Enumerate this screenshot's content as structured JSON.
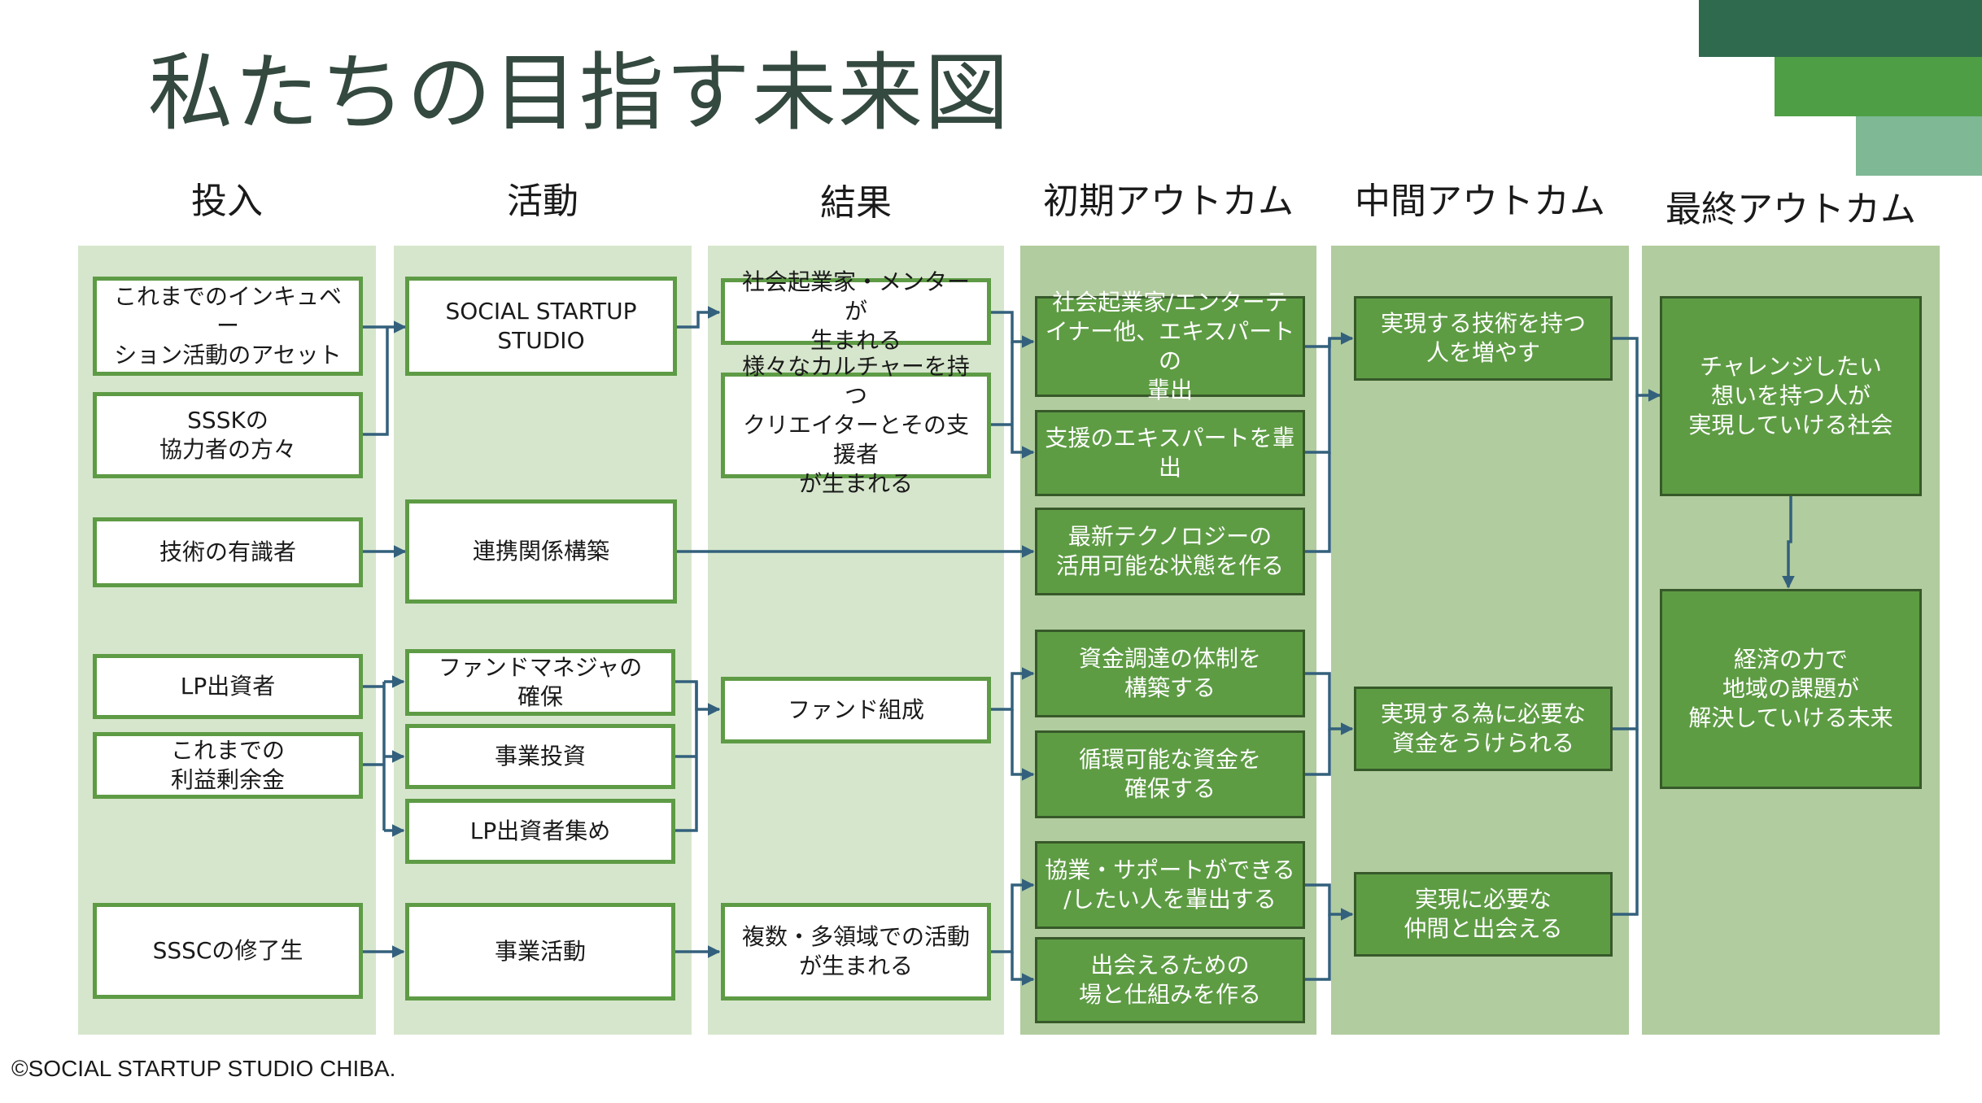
{
  "title": "私たちの目指す未来図",
  "colors": {
    "title": "#34493f",
    "deco_dark": "#2f6a4f",
    "deco_mid": "#4e9e45",
    "deco_light": "#7eb894",
    "column_light": "#d6e6cc",
    "column_mid": "#b1cc9e",
    "box_green": "#5e9c44",
    "box_border": "#5e9b45",
    "connector": "#33607c"
  },
  "columns": {
    "inputs": "投入",
    "activities": "活動",
    "outputs": "結果",
    "initial": "初期アウトカム",
    "intermediate": "中間アウトカム",
    "final": "最終アウトカム"
  },
  "inputs": {
    "assets": "これまでのインキュベー\nション活動のアセット",
    "sssk": "SSSKの\n協力者の方々",
    "tech_experts": "技術の有識者",
    "lp": "LP出資者",
    "surplus": "これまでの\n利益剰余金",
    "graduates": "SSSCの修了生"
  },
  "activities": {
    "studio": "SOCIAL STARTUP\nSTUDIO",
    "partnership": "連携関係構築",
    "fund_manager": "ファンドマネジャの\n確保",
    "investment": "事業投資",
    "lp_gather": "LP出資者集め",
    "business": "事業活動"
  },
  "outputs": {
    "entrepreneurs": "社会起業家・メンターが\n生まれる",
    "creators": "様々なカルチャーを持つ\nクリエイターとその支援者\nが生まれる",
    "fund": "ファンド組成",
    "multi": "複数・多領域での活動\nが生まれる"
  },
  "initial": {
    "entertainers": "社会起業家/エンターテ\nイナー他、エキスパートの\n輩出",
    "support_experts": "支援のエキスパートを輩出",
    "tech_state": "最新テクノロジーの\n活用可能な状態を作る",
    "funding_system": "資金調達の体制を\n構築する",
    "circular_funds": "循環可能な資金を\n確保する",
    "collaborators": "協業・サポートができる\n/したい人を輩出する",
    "meeting_places": "出会えるための\n場と仕組みを作る"
  },
  "intermediate": {
    "people": "実現する技術を持つ\n人を増やす",
    "funds": "実現する為に必要な\n資金をうけられる",
    "peers": "実現に必要な\n仲間と出会える"
  },
  "final": {
    "society": "チャレンジしたい\n想いを持つ人が\n実現していける社会",
    "future": "経済の力で\n地域の課題が\n解決していける未来"
  },
  "footer": "©SOCIAL STARTUP STUDIO CHIBA."
}
